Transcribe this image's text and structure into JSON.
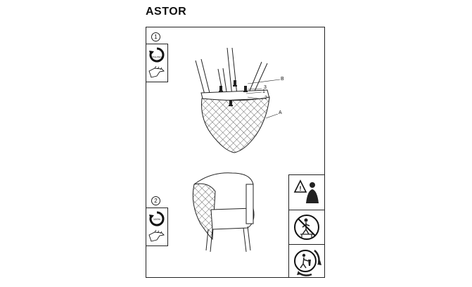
{
  "document": {
    "title": "ASTOR"
  },
  "steps": [
    {
      "number": "1",
      "tool_label": "TIGHTEN",
      "tool_icon": "circular-arrow-icon",
      "hand_icon": "hand-tighten-icon"
    },
    {
      "number": "2",
      "tool_label": "100%",
      "tool_icon": "circular-arrow-icon",
      "hand_icon": "hand-tighten-icon"
    }
  ],
  "diagram_labels": {
    "b": "B",
    "three": "3",
    "one": "1",
    "two": "2",
    "a": "A"
  },
  "warnings": [
    {
      "icon": "caution-person-icon"
    },
    {
      "icon": "no-standing-on-chair-icon"
    },
    {
      "icon": "recycle-disposal-icon"
    }
  ]
}
